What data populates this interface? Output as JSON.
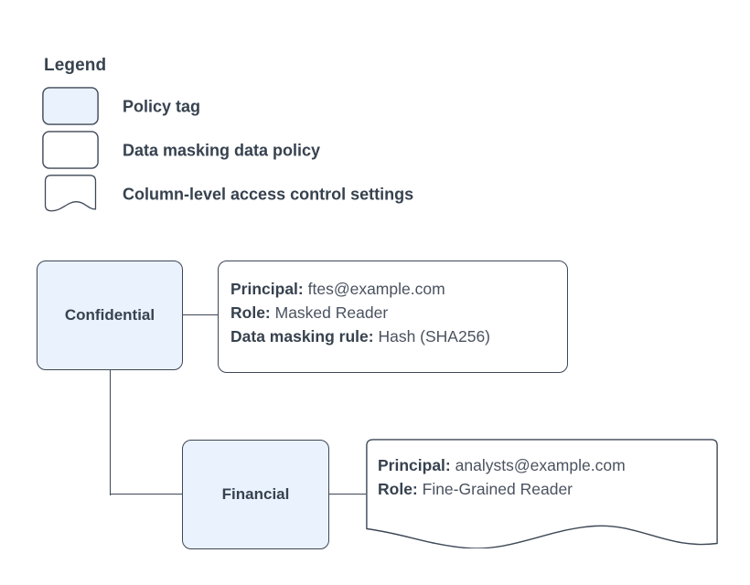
{
  "legend": {
    "title": "Legend",
    "items": [
      {
        "shape": "policy-tag-swatch",
        "label": "Policy tag"
      },
      {
        "shape": "data-policy-swatch",
        "label": "Data masking data policy"
      },
      {
        "shape": "column-access-swatch",
        "label": "Column-level access control settings"
      }
    ]
  },
  "diagram": {
    "nodes": [
      {
        "id": "confidential",
        "label": "Confidential"
      },
      {
        "id": "financial",
        "label": "Financial"
      }
    ],
    "infoboxes": [
      {
        "id": "confidential-policy",
        "shape": "rounded-rect",
        "lines": [
          {
            "key": "Principal:",
            "value": "ftes@example.com"
          },
          {
            "key": "Role:",
            "value": "Masked Reader"
          },
          {
            "key": "Data masking rule:",
            "value": "Hash (SHA256)"
          }
        ]
      },
      {
        "id": "financial-access",
        "shape": "wavy-bottom-document",
        "lines": [
          {
            "key": "Principal:",
            "value": "analysts@example.com"
          },
          {
            "key": "Role:",
            "value": "Fine-Grained Reader"
          }
        ]
      }
    ]
  },
  "colors": {
    "node_fill": "#eaf2fd",
    "stroke": "#3d4756",
    "text": "#37424f",
    "value_text": "#4a5260",
    "background": "#ffffff"
  }
}
